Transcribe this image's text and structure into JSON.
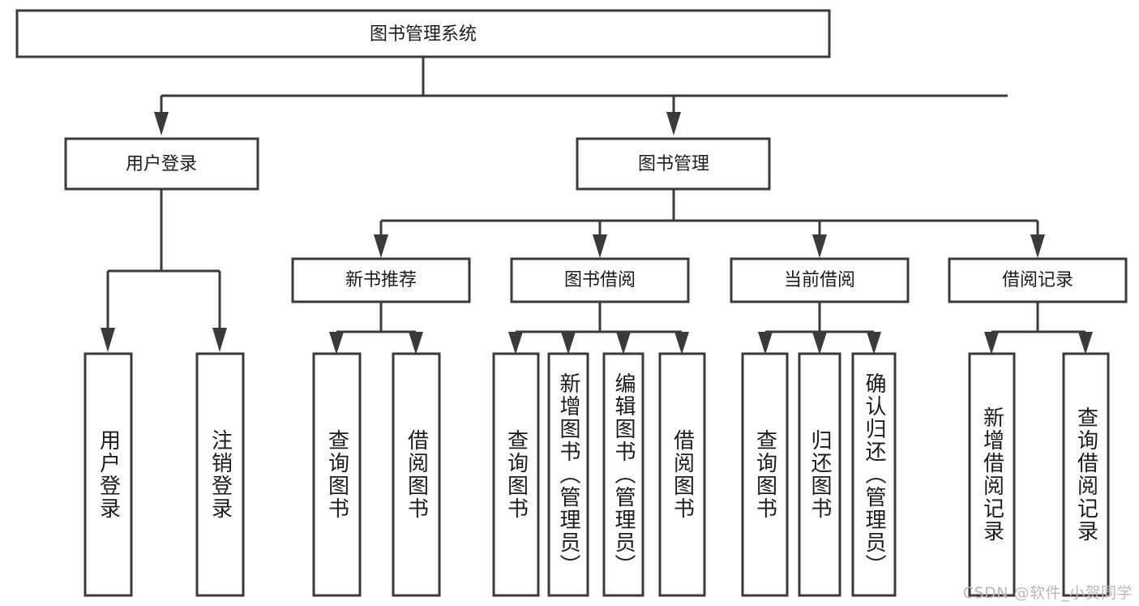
{
  "diagram": {
    "title": "图书管理系统",
    "type": "hierarchy-tree",
    "colors": {
      "stroke": "#3a3a3a",
      "box_fill": "#ffffff",
      "text": "#1c1c1c",
      "background": "#ffffff",
      "watermark": "#b9b9b9"
    },
    "root": {
      "label": "图书管理系统"
    },
    "level2": [
      {
        "label": "用户登录"
      },
      {
        "label": "图书管理"
      }
    ],
    "level3": [
      {
        "label": "新书推荐"
      },
      {
        "label": "图书借阅"
      },
      {
        "label": "当前借阅"
      },
      {
        "label": "借阅记录"
      }
    ],
    "leaves": {
      "user_login": [
        {
          "label": "用户登录"
        },
        {
          "label": "注销登录"
        }
      ],
      "new_book_recommend": [
        {
          "label": "查询图书"
        },
        {
          "label": "借阅图书"
        }
      ],
      "book_borrow": [
        {
          "label": "查询图书"
        },
        {
          "label": "新增图书（管理员）"
        },
        {
          "label": "编辑图书（管理员）"
        },
        {
          "label": "借阅图书"
        }
      ],
      "current_borrow": [
        {
          "label": "查询图书"
        },
        {
          "label": "归还图书"
        },
        {
          "label": "确认归还（管理员）"
        }
      ],
      "borrow_record": [
        {
          "label": "新增借阅记录"
        },
        {
          "label": "查询借阅记录"
        }
      ]
    }
  },
  "watermark": {
    "text": "CSDN @软件_小贺同学"
  }
}
